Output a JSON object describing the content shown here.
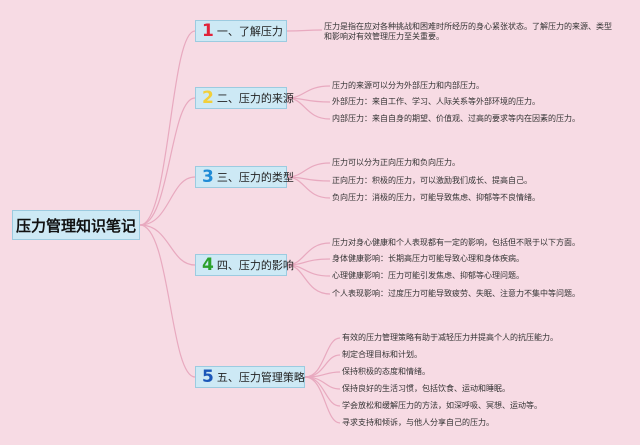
{
  "root_title": "压力管理知识笔记",
  "branches": [
    {
      "number": "1",
      "number_color": "#e0233a",
      "label": "一、了解压力",
      "lines": [
        "压力是指在应对各种挑战和困难时所经历的身心紧张状态。了解压力的来源、类型和影响对有效管理压力至关重要。"
      ]
    },
    {
      "number": "2",
      "number_color": "#f2cf3a",
      "label": "二、压力的来源",
      "lines": [
        "压力的来源可以分为外部压力和内部压力。",
        "外部压力：来自工作、学习、人际关系等外部环境的压力。",
        "内部压力：来自自身的期望、价值观、过高的要求等内在因素的压力。"
      ]
    },
    {
      "number": "3",
      "number_color": "#1f8bd6",
      "label": "三、压力的类型",
      "lines": [
        "压力可以分为正向压力和负向压力。",
        "正向压力：积极的压力，可以激励我们成长、提高自己。",
        "负向压力：消极的压力，可能导致焦虑、抑郁等不良情绪。"
      ]
    },
    {
      "number": "4",
      "number_color": "#2ca12c",
      "label": "四、压力的影响",
      "lines": [
        "压力对身心健康和个人表现都有一定的影响，包括但不限于以下方面。",
        "身体健康影响：长期高压力可能导致心理和身体疾病。",
        "心理健康影响：压力可能引发焦虑、抑郁等心理问题。",
        "个人表现影响：过度压力可能导致疲劳、失眠、注意力不集中等问题。"
      ]
    },
    {
      "number": "5",
      "number_color": "#1a56b8",
      "label": "五、压力管理策略",
      "lines": [
        "有效的压力管理策略有助于减轻压力并提高个人的抗压能力。",
        "制定合理目标和计划。",
        "保持积极的态度和情绪。",
        "保持良好的生活习惯，包括饮食、运动和睡眠。",
        "学会放松和缓解压力的方法，如深呼吸、冥想、运动等。",
        "寻求支持和倾诉，与他人分享自己的压力。"
      ]
    }
  ]
}
